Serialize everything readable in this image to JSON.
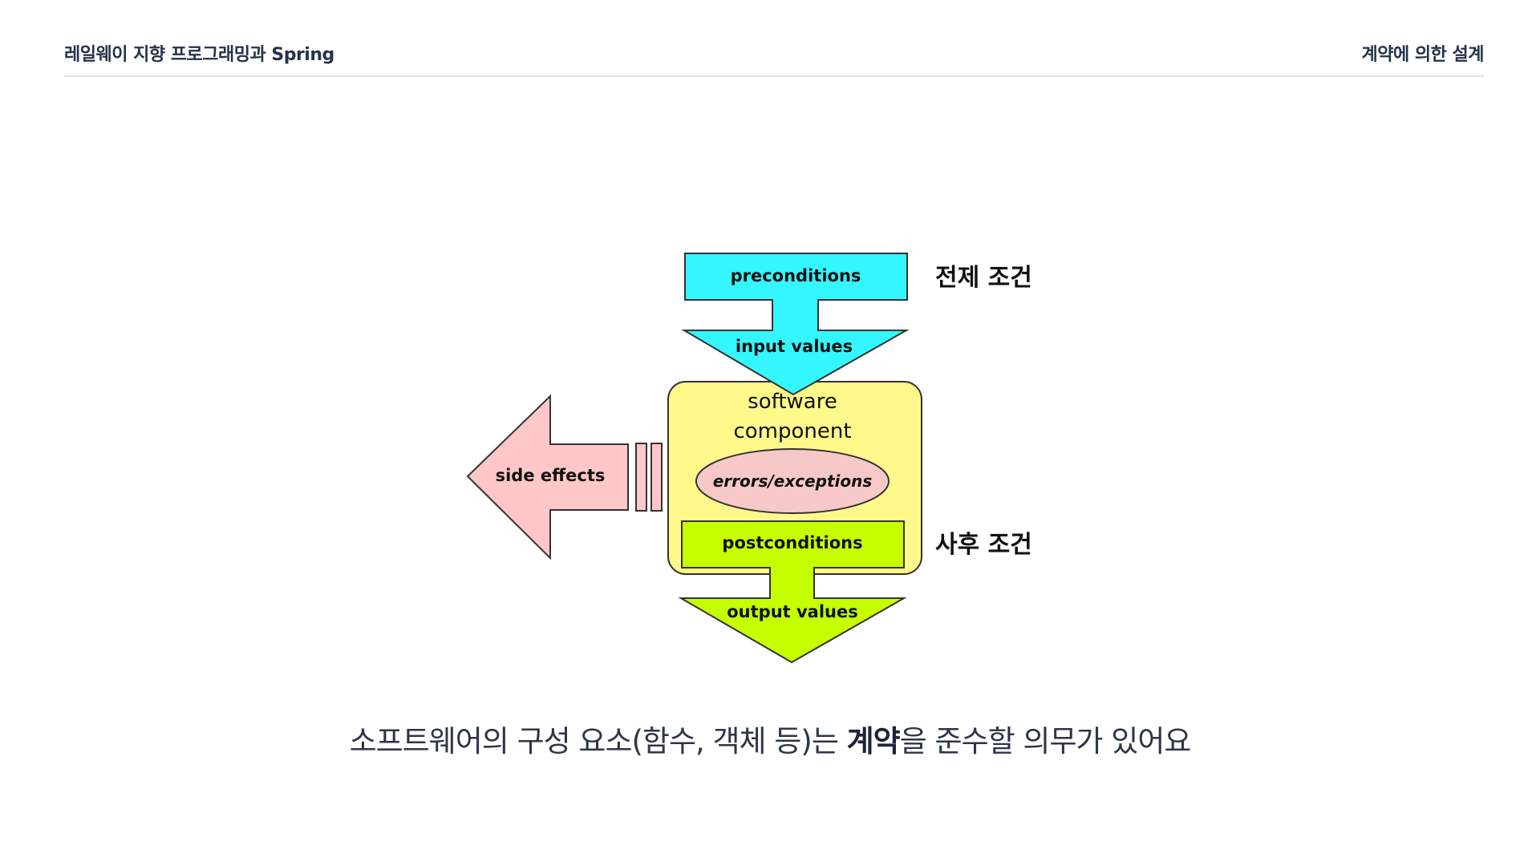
{
  "header": {
    "title": "레일웨이 지향 프로그래밍과 Spring",
    "section": "계약에 의한 설계"
  },
  "diagram": {
    "preconditions": "preconditions",
    "input_values": "input values",
    "software_line1": "software",
    "software_line2": "component",
    "errors": "errors/exceptions",
    "postconditions": "postconditions",
    "output_values": "output values",
    "side_effects": "side effects",
    "pre_label_ko": "전제 조건",
    "post_label_ko": "사후 조건",
    "colors": {
      "pre": "#33f6ff",
      "component": "#fff98c",
      "post": "#c6ff00",
      "side": "#ffc7c7",
      "errors": "#f7c8c8"
    }
  },
  "caption": {
    "before": "소프트웨어의 구성 요소(함수, 객체 등)는 ",
    "strong": "계약",
    "after": "을 준수할 의무가 있어요"
  }
}
